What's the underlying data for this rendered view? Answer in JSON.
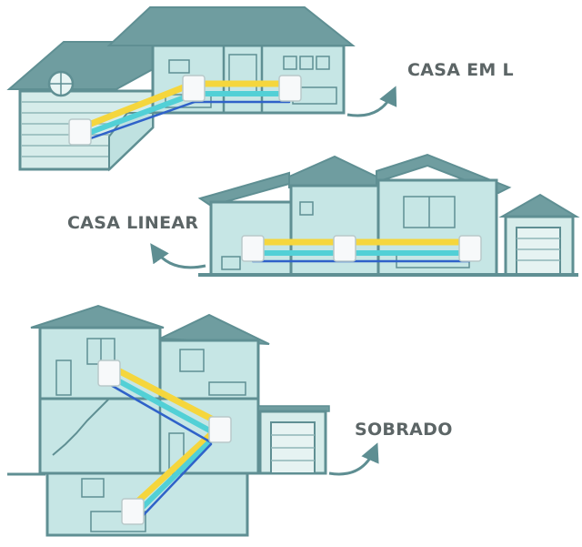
{
  "labels": {
    "l_house": "CASA EM L",
    "linear_house": "CASA LINEAR",
    "two_story_house": "SOBRADO"
  },
  "colors": {
    "wall_dark": "#5f8f93",
    "wall_fill": "#d3ebe9",
    "room_fill": "#c0e3e2",
    "siding_line": "#8fb6b8",
    "signal_yellow": "#f5d63d",
    "signal_cyan": "#52d0d6",
    "signal_blue": "#2f62c9",
    "router_fill": "#f7f9fa",
    "arrow": "#5e8e92",
    "label_text": "#5c6566"
  }
}
